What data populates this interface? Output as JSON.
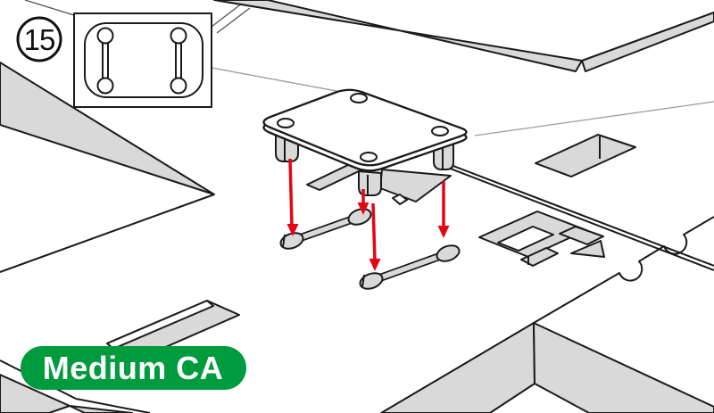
{
  "step": {
    "number": "15"
  },
  "size_label": {
    "text": "Medium CA",
    "bg_color": "#009B3E",
    "text_color": "#FFFFFF"
  },
  "detail_inset": {
    "icon": "dog-bone-slot-icon",
    "slot_count": 2
  },
  "connector_plate": {
    "hole_count": 4,
    "peg_count": 3
  },
  "arrows": {
    "count": 4,
    "direction": "down",
    "color": "#E30613"
  },
  "colors": {
    "line": "#1A1A1A",
    "edge_fill": "#D9D9D9",
    "panel_fill": "#FFFFFF",
    "leader": "#9B9B9B"
  }
}
